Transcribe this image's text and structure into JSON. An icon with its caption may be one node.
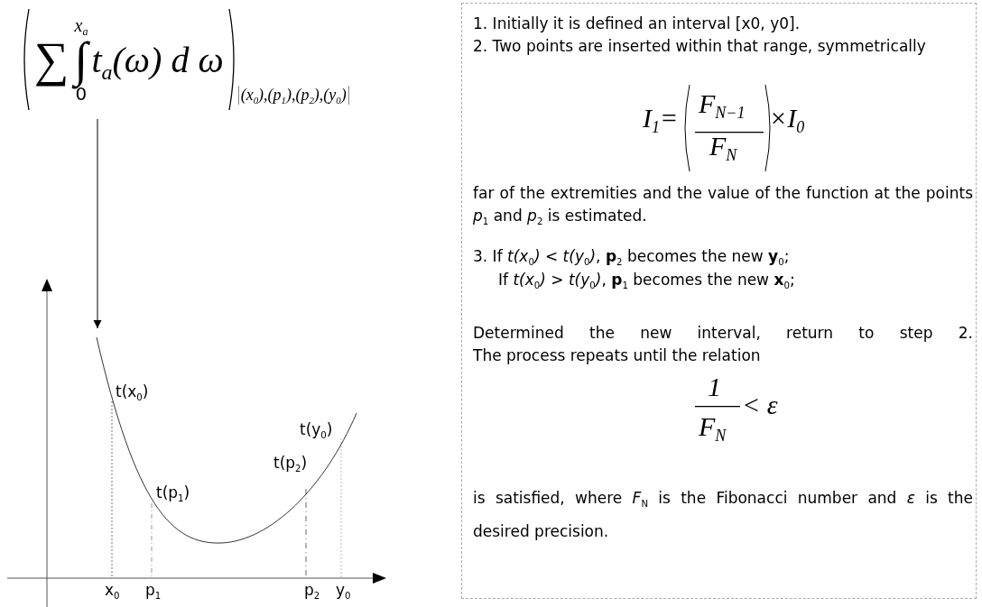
{
  "diagram": {
    "nodes": [
      {
        "text": [
          "∑",
          "x$_{a}$",
          "∫",
          "0",
          "t$_{a}$(ω) d ω",
          "(x$_{0}$),(p$_{1}$),(p$_{2}$),(y$_{0}$)"
        ]
      },
      {
        "text": [],
        "shape": "curve"
      },
      {
        "text": [
          "1. Initially it is defined an interval [x0, y0].",
          "2. Two points are inserted within that range, symmetrically",
          "I$_{1}$=",
          "F$_{N−1}$",
          "F$_{N}$",
          "×I$_{0}$",
          "far of the extremities and the value of the function at the points *p*$_{1}$ and *p*$_{2}$ is estimated.",
          "3. If *t(x*$_{0}$*)* < *t(y*$_{0}$*)*, **p**$_{2}$ becomes the new **y**$_{0}$;",
          "If *t(x*$_{0}$*)* > *t(y*$_{0}$*)*, **p**$_{1}$ becomes the new **x**$_{0}$;",
          "Determined the new interval, return to step 2.",
          "The process repeats until the relation",
          "1",
          "F$_{N}$",
          "< ε",
          "is satisfied, where *F*$_{N}$ is the Fibonacci number and *ε* is the desired precision."
        ]
      }
    ],
    "edges": [
      {
        "from": 0,
        "to": 1,
        "arrow": "to"
      }
    ],
    "labels": [
      "t(x$_{0}$)",
      "t(y$_{0}$)",
      "t(p$_{2}$)",
      "t(p$_{1}$)",
      "x$_{0}$",
      "p$_{1}$",
      "p$_{2}$",
      "y$_{0}$"
    ]
  }
}
